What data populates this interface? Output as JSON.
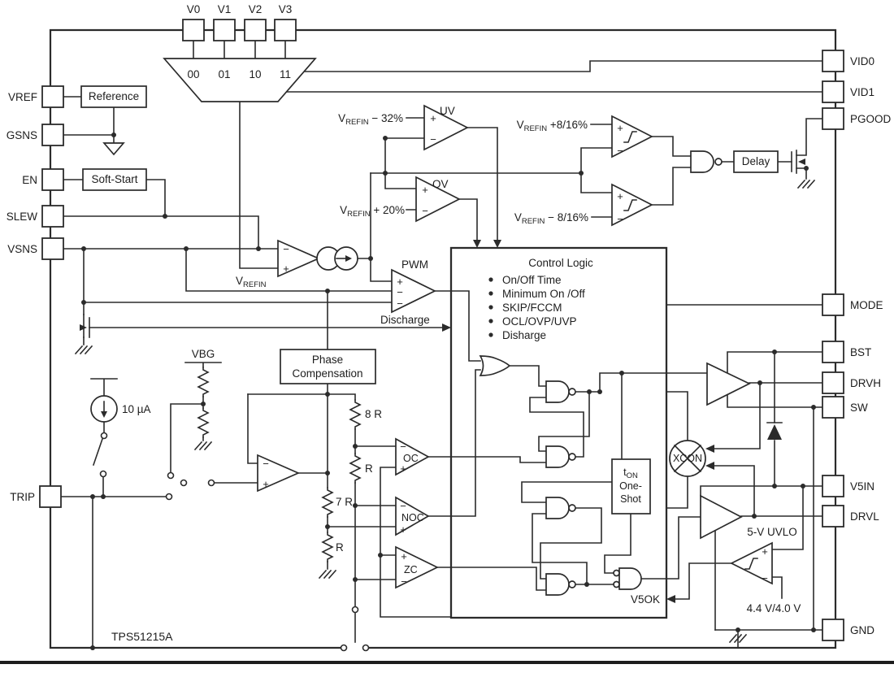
{
  "pins": {
    "left": [
      "VREF",
      "GSNS",
      "EN",
      "SLEW",
      "VSNS",
      "TRIP"
    ],
    "top": [
      "V0",
      "V1",
      "V2",
      "V3"
    ],
    "right": [
      "VID0",
      "VID1",
      "PGOOD",
      "MODE",
      "BST",
      "DRVH",
      "SW",
      "V5IN",
      "DRVL",
      "GND"
    ]
  },
  "mux": {
    "inputs": [
      "00",
      "01",
      "10",
      "11"
    ]
  },
  "blocks": {
    "reference": "Reference",
    "soft_start": "Soft-Start",
    "phase1": "Phase",
    "phase2": "Compensation",
    "delay": "Delay",
    "ton": {
      "t": "t",
      "sub": "ON",
      "l2": "One-",
      "l3": "Shot"
    },
    "control": {
      "title": "Control Logic",
      "items": [
        "On/Off Time",
        "Minimum On /Off",
        "SKIP/FCCM",
        "OCL/OVP/UVP",
        "Disharge"
      ]
    }
  },
  "comparators": {
    "uv": "UV",
    "ov": "OV",
    "pwm": "PWM",
    "oc": "OC",
    "noc": "NOC",
    "zc": "ZC",
    "xcon": "XCON",
    "v5ok": "V5OK",
    "uvlo": "5-V UVLO",
    "uvlo_ref": "4.4 V/4.0 V"
  },
  "refs": {
    "m32": {
      "v": "V",
      "sub": "REFIN",
      "rest": " − 32%"
    },
    "p20": {
      "v": "V",
      "sub": "REFIN",
      "rest": " + 20%"
    },
    "p816": {
      "v": "V",
      "sub": "REFIN",
      "rest": " +8/16%"
    },
    "m816": {
      "v": "V",
      "sub": "REFIN",
      "rest": " − 8/16%"
    },
    "plain": {
      "v": "V",
      "sub": "REFIN"
    }
  },
  "misc": {
    "current": "10 µA",
    "vbg": "VBG",
    "r8": "8 R",
    "r7": "7 R",
    "r": "R",
    "discharge": "Discharge",
    "part": "TPS51215A"
  },
  "signs": {
    "plus": "+",
    "minus": "−"
  },
  "colors": {
    "line": "#2b2b2b",
    "background": "#ffffff"
  }
}
